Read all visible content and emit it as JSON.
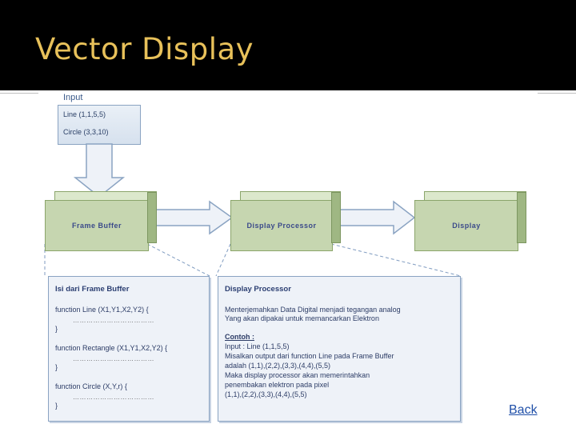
{
  "slide": {
    "title": "Vector Display",
    "back_label": "Back"
  },
  "input": {
    "label": "Input",
    "lines": [
      "Line (1,1,5,5)",
      "Circle (3,3,10)"
    ]
  },
  "boxes": {
    "frame_buffer": "Frame Buffer",
    "display_processor": "Display Processor",
    "display": "Display"
  },
  "frame_buffer_panel": {
    "title": "Isi dari Frame Buffer",
    "f1_head": "function Line (X1,Y1,X2,Y2) {",
    "f2_head": "function Rectangle (X1,Y1,X2,Y2) {",
    "f3_head": "function Circle (X,Y,r) {",
    "dots": "………………………………",
    "close": "}"
  },
  "display_processor_panel": {
    "title": "Display Processor",
    "desc1": "Menterjemahkan Data Digital menjadi tegangan analog",
    "desc2": "Yang akan dipakai untuk memancarkan Elektron",
    "example_head": "Contoh :",
    "ex1": "Input : Line (1,1,5,5)",
    "ex2": "Misalkan output dari function Line pada Frame Buffer",
    "ex3": "adalah (1,1),(2,2),(3,3),(4,4),(5,5)",
    "ex4": "Maka display processor akan memerintahkan",
    "ex5": "penembakan elektron pada pixel",
    "ex6": "(1,1),(2,2),(3,3),(4,4),(5,5)"
  }
}
